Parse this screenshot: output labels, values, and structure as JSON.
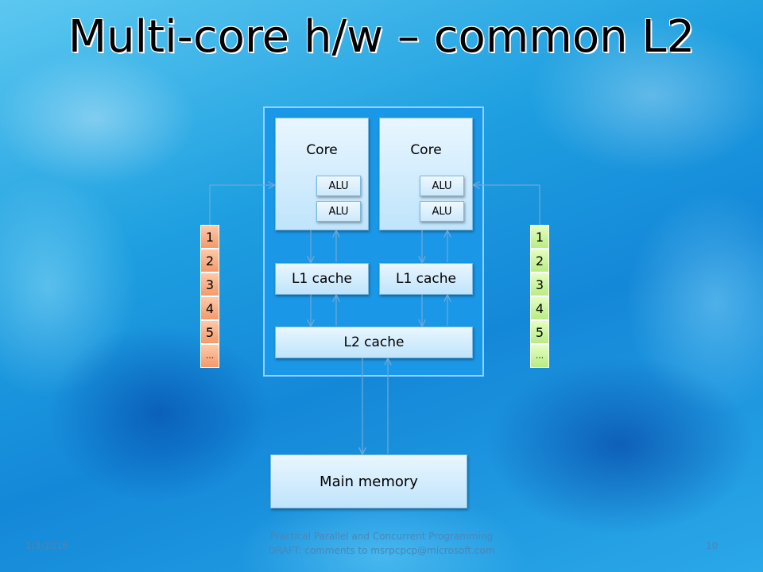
{
  "slide": {
    "title": "Multi-core h/w – common L2"
  },
  "diagram": {
    "cores": [
      {
        "label": "Core",
        "alus": [
          "ALU",
          "ALU"
        ]
      },
      {
        "label": "Core",
        "alus": [
          "ALU",
          "ALU"
        ]
      }
    ],
    "l1_caches": [
      "L1 cache",
      "L1 cache"
    ],
    "l2_cache": "L2 cache",
    "main_memory": "Main memory",
    "left_queue": [
      "1",
      "2",
      "3",
      "4",
      "5",
      "…"
    ],
    "right_queue": [
      "1",
      "2",
      "3",
      "4",
      "5",
      "…"
    ],
    "colors": {
      "chip": "#1a97e6",
      "box": "#bfe4fb",
      "left_queue": "#f39a6b",
      "right_queue": "#b9ec84",
      "wire": "#6aa8d8"
    }
  },
  "footer": {
    "date": "1/3/2016",
    "line1": "Practical Parallel and Concurrent Programming",
    "line2": "DRAFT: comments to msrpcpcp@microsoft.com",
    "page": "10"
  }
}
